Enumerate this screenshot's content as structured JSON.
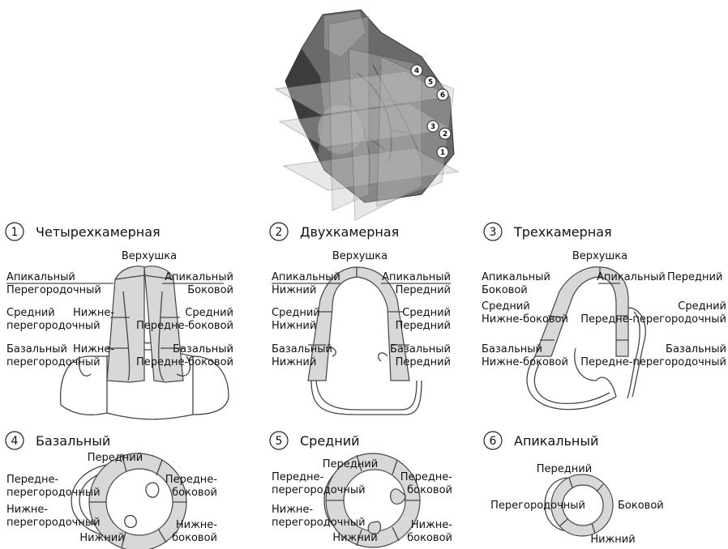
{
  "hero": {
    "planes": [
      "4",
      "5",
      "6",
      "3",
      "2",
      "1"
    ]
  },
  "panels": [
    {
      "num": "1",
      "title": "Четырехкамерная",
      "top": "Верхушка",
      "left": [
        "Апикальный",
        "Перегородочный",
        "Средний",
        "Нижне-",
        "перегородочный",
        "Базальный",
        "Нижне-",
        "перегородочный"
      ],
      "right": [
        "Апикальный",
        "Боковой",
        "Средний",
        "Передне-боковой",
        "Базальный",
        "Передне-боковой"
      ]
    },
    {
      "num": "2",
      "title": "Двухкамерная",
      "top": "Верхушка",
      "left": [
        "Апикальный",
        "Нижний",
        "Средний",
        "Нижний",
        "Базальный",
        "Нижний"
      ],
      "right": [
        "Апикальный",
        "Передний",
        "Средний",
        "Передний",
        "Базальный",
        "Передний"
      ]
    },
    {
      "num": "3",
      "title": "Трехкамерная",
      "top": "Верхушка",
      "left": [
        "Апикальный",
        "Боковой",
        "Средний",
        "Нижне-боковой",
        "Базальный",
        "Нижне-боковой"
      ],
      "right": [
        "Апикальный",
        "Передний",
        "Средний",
        "Передне-перегородочный",
        "Базальный",
        "Передне-перегородочный"
      ]
    },
    {
      "num": "4",
      "title": "Базальный",
      "labels": [
        "Передний",
        "Передне-",
        "перегородочный",
        "Передне-",
        "боковой",
        "Нижне-",
        "перегородочный",
        "Нижне-",
        "боковой",
        "Нижний"
      ]
    },
    {
      "num": "5",
      "title": "Средний",
      "labels": [
        "Передний",
        "Передне-",
        "перегородочный",
        "Передне-",
        "боковой",
        "Нижне-",
        "перегородочный",
        "Нижне-",
        "боковой",
        "Нижний"
      ]
    },
    {
      "num": "6",
      "title": "Апикальный",
      "labels": [
        "Передний",
        "Перегородочный",
        "Боковой",
        "Нижний"
      ]
    }
  ]
}
